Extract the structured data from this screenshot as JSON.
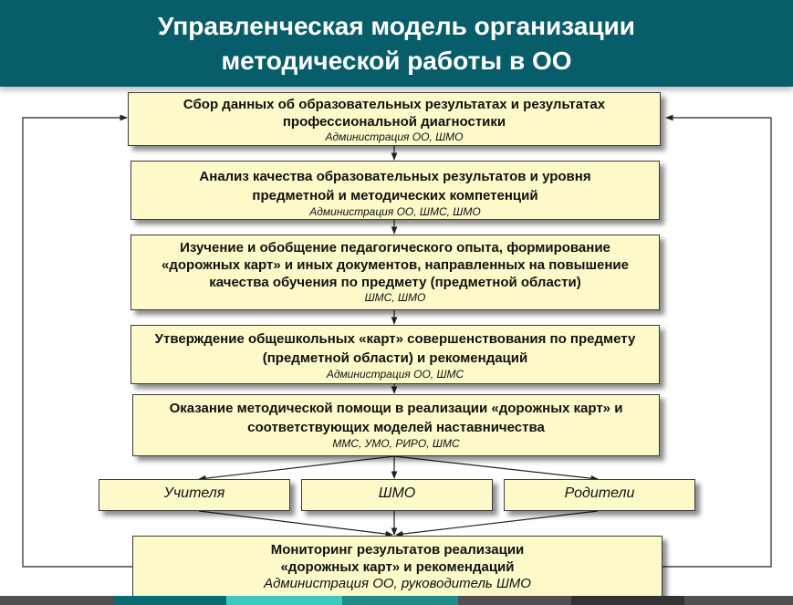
{
  "header": {
    "title": "Управленческая модель организации\nметодической работы в ОО"
  },
  "steps": [
    {
      "title": "Сбор данных об образовательных результатах и результатах профессиональной диагностики",
      "actors": "Администрация ОО, ШМО"
    },
    {
      "title": "Анализ качества образовательных результатов и уровня предметной и методических компетенций",
      "actors": "Администрация ОО, ШМС, ШМО"
    },
    {
      "title": "Изучение и обобщение педагогического опыта, формирование «дорожных карт» и иных документов, направленных на повышение качества обучения по предмету (предметной области)",
      "actors": "ШМС,  ШМО"
    },
    {
      "title": "Утверждение общешкольных «карт» совершенствования по предмету (предметной области)  и рекомендаций",
      "actors": "Администрация ОО, ШМС"
    },
    {
      "title": "Оказание методической помощи в реализации «дорожных карт» и соответствующих моделей наставничества",
      "actors": "ММС, УМО, РИРО, ШМС"
    },
    {
      "title": "Мониторинг результатов реализации «дорожных карт» и рекомендаций",
      "actors": "Администрация ОО, руководитель ШМО"
    }
  ],
  "recipients": [
    "Учителя",
    "ШМО",
    "Родители"
  ],
  "colors": {
    "header_bg": "#075e6a",
    "box_fill": "#fdf9c9",
    "box_border": "#3a3a3a",
    "connector": "#222222"
  }
}
